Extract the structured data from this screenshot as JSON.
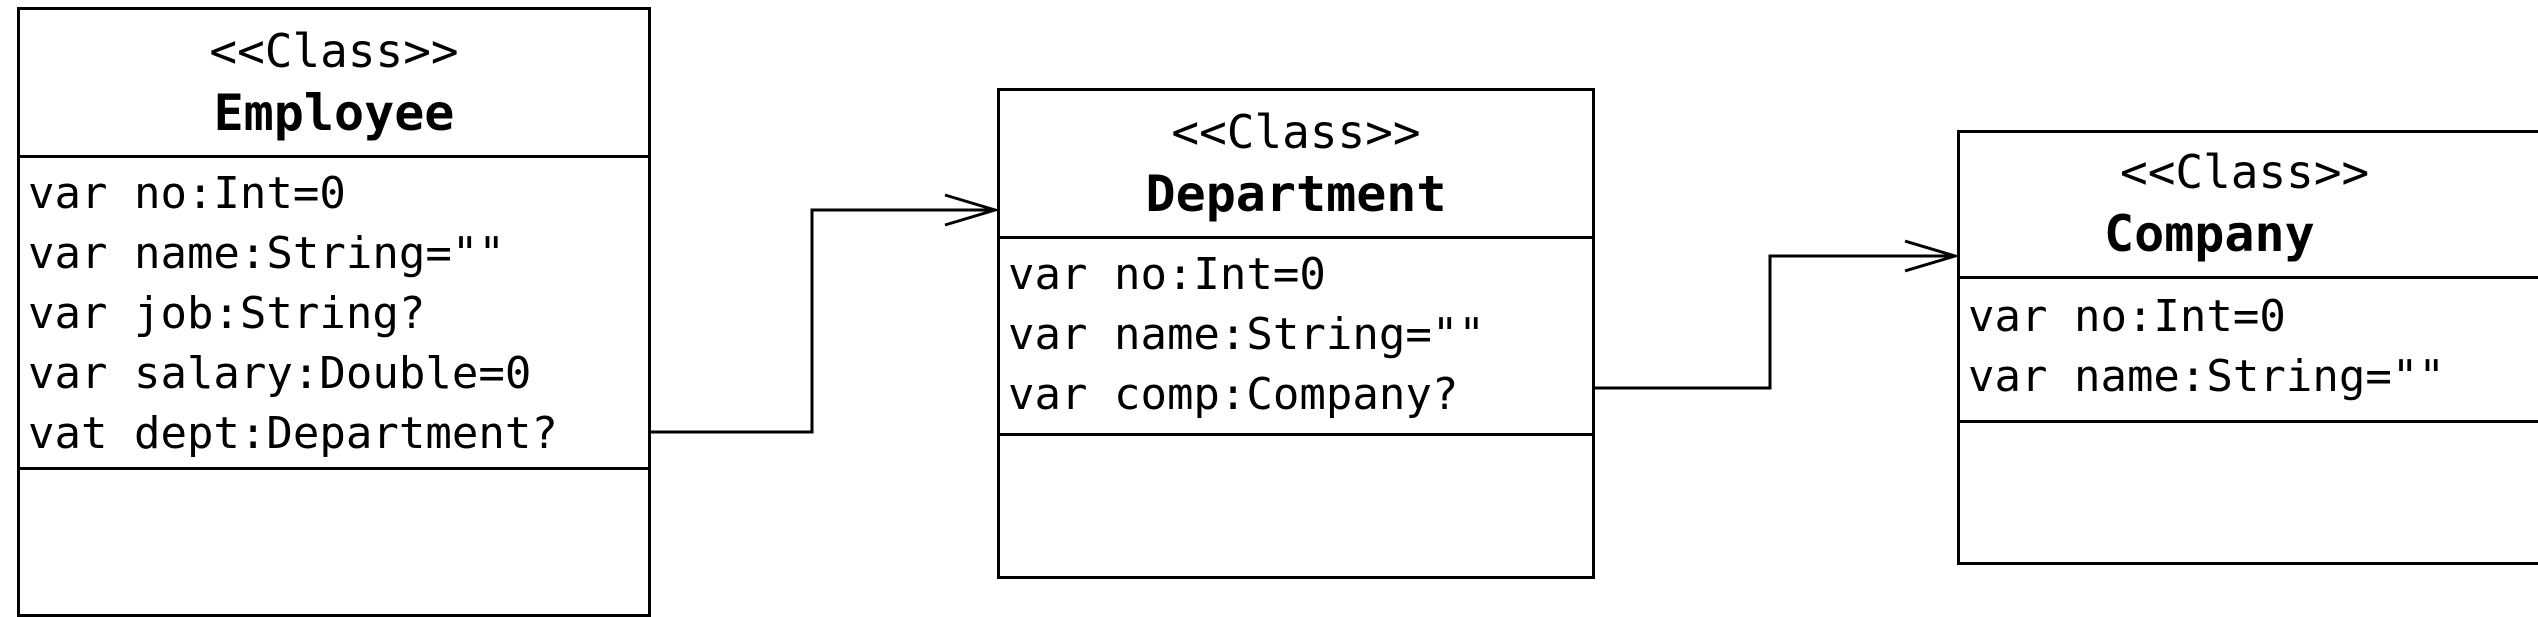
{
  "classes": {
    "employee": {
      "stereotype": "<<Class>>",
      "name": "Employee",
      "attributes": [
        "var no:Int=0",
        "var name:String=\"\"",
        "var job:String?",
        "var salary:Double=0",
        "vat dept:Department?"
      ]
    },
    "department": {
      "stereotype": "<<Class>>",
      "name": "Department",
      "attributes": [
        "var no:Int=0",
        "var name:String=\"\"",
        "var comp:Company?"
      ]
    },
    "company": {
      "stereotype": "<<Class>>",
      "name": "Company",
      "attributes": [
        "var no:Int=0",
        "var name:String=\"\""
      ]
    }
  },
  "associations": [
    {
      "from": "Employee",
      "to": "Department"
    },
    {
      "from": "Department",
      "to": "Company"
    }
  ]
}
